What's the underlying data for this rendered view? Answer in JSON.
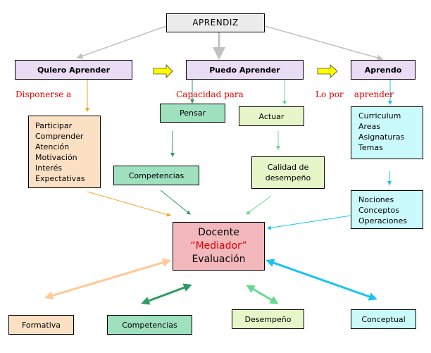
{
  "top": {
    "title": "APRENDIZ"
  },
  "stages": [
    {
      "label": "Quiero Aprender",
      "caption": "Disponerse a"
    },
    {
      "label": "Puedo Aprender",
      "caption": "Capacidad para"
    },
    {
      "label": "Aprendo",
      "caption": "Lo por    aprender"
    }
  ],
  "quiero": {
    "items": [
      "Participar",
      "Comprender",
      "Atención",
      "Motivación",
      "Interés",
      "Expectativas"
    ]
  },
  "puedo": {
    "pensar": "Pensar",
    "actuar": "Actuar",
    "competencias": "Competencias",
    "calidad_line1": "Calidad de",
    "calidad_line2": "desempeño"
  },
  "aprendo": {
    "list1": [
      "Curriculum",
      "Areas",
      "Asignaturas",
      "Temas"
    ],
    "list2": [
      "Nociones",
      "Conceptos",
      "Operaciones"
    ]
  },
  "center": {
    "line1": "Docente",
    "line2": "“Mediador”",
    "line3": "Evaluación"
  },
  "evaluation_types": [
    "Formativa",
    "Competencias",
    "Desempeño",
    "Conceptual"
  ],
  "colors": {
    "gray_arrow": "#c0c0c0",
    "orange": "#f5a623",
    "dark_green": "#2e9a64",
    "light_green": "#66d98f",
    "cyan": "#19c3f0",
    "peach": "#ffc896",
    "yellow": "#ffff00",
    "red_text": "#e00000"
  }
}
